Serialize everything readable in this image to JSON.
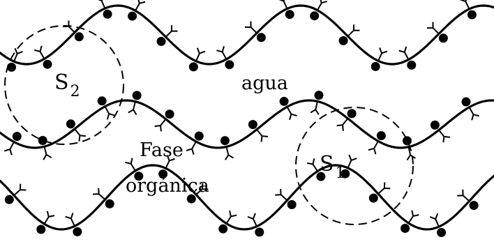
{
  "labels": {
    "water": "agua",
    "organic_line1": "Fase",
    "organic_line2": "orgánica",
    "s2_main": "S",
    "s2_sub": "2",
    "s1_main": "S",
    "s1_sub": "1"
  },
  "colors": {
    "ink": "#000000",
    "background": "#ffffff"
  }
}
